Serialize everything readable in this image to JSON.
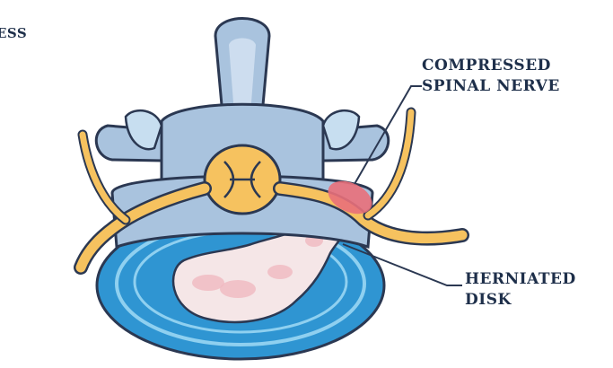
{
  "labels": {
    "cut_off_top_left": "ESS",
    "compressed_nerve": [
      "COMPRESSED",
      "SPINAL NERVE"
    ],
    "herniated_disk": [
      "HERNIATED",
      "DISK"
    ]
  },
  "colors": {
    "outline": "#2b3852",
    "bone": "#a9c3de",
    "bone_light": "#d6e4f2",
    "disk_outer": "#3aa0d8",
    "disk_ring": "#8fd0f0",
    "disk_core": "#f4e2e4",
    "disk_core_spot": "#f0b9c0",
    "nerve": "#f6c25f",
    "nerve_light": "#fde3a2",
    "inflamed": "#e9707a",
    "label_text": "#1e2f4a"
  }
}
